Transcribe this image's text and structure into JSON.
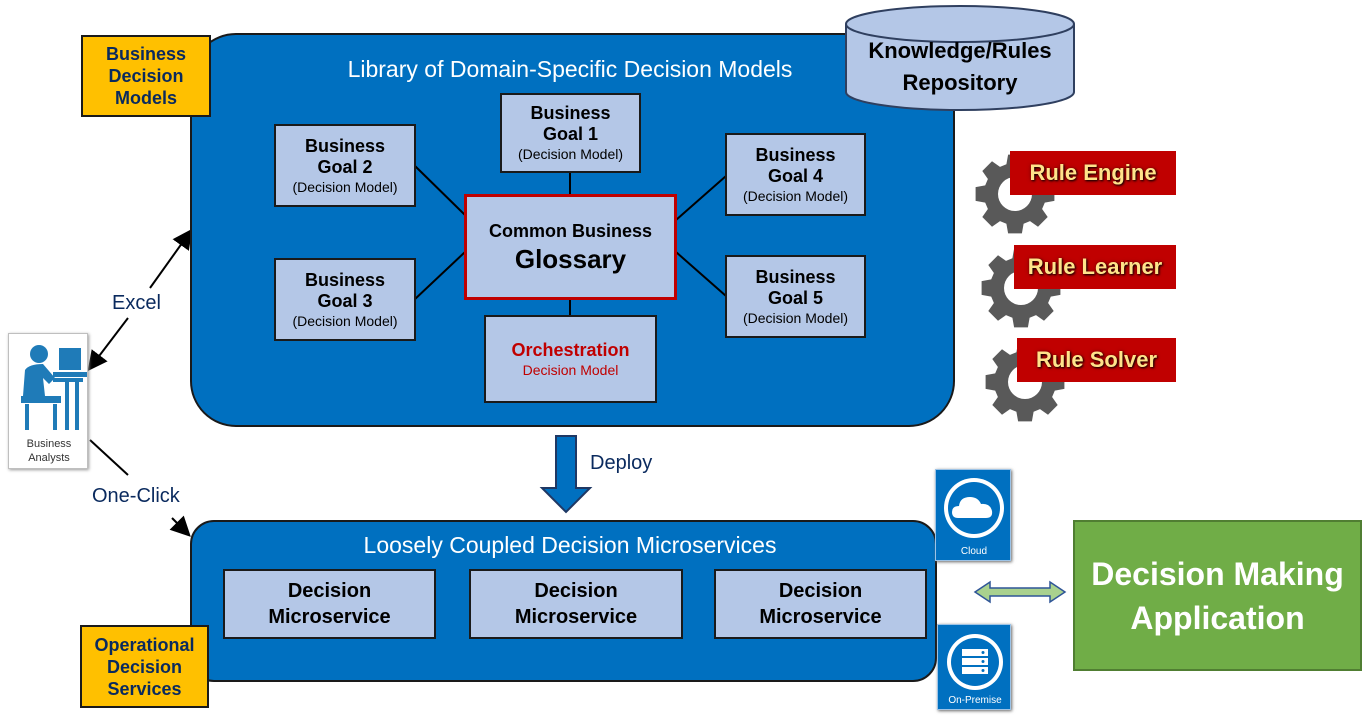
{
  "library": {
    "title": "Library of Domain-Specific Decision Models",
    "tag": [
      "Business",
      "Decision",
      "Models"
    ]
  },
  "repository": {
    "line1": "Knowledge/Rules",
    "line2": "Repository"
  },
  "glossary": {
    "line1": "Common Business",
    "line2": "Glossary"
  },
  "goals": [
    {
      "line1": "Business",
      "line2": "Goal 1",
      "sub": "(Decision Model)"
    },
    {
      "line1": "Business",
      "line2": "Goal 2",
      "sub": "(Decision Model)"
    },
    {
      "line1": "Business",
      "line2": "Goal 3",
      "sub": "(Decision Model)"
    },
    {
      "line1": "Business",
      "line2": "Goal 4",
      "sub": "(Decision Model)"
    },
    {
      "line1": "Business",
      "line2": "Goal 5",
      "sub": "(Decision Model)"
    }
  ],
  "orchestration": {
    "title": "Orchestration",
    "sub": "Decision Model"
  },
  "engines": [
    "Rule Engine",
    "Rule Learner",
    "Rule Solver"
  ],
  "arrows": {
    "excel": "Excel",
    "one_click": "One-Click",
    "deploy": "Deploy"
  },
  "analysts": {
    "line1": "Business",
    "line2": "Analysts"
  },
  "services": {
    "title": "Loosely Coupled Decision Microservices",
    "tag": [
      "Operational",
      "Decision",
      "Services"
    ],
    "items": [
      {
        "line1": "Decision",
        "line2": "Microservice"
      },
      {
        "line1": "Decision",
        "line2": "Microservice"
      },
      {
        "line1": "Decision",
        "line2": "Microservice"
      }
    ]
  },
  "deploy_targets": {
    "cloud": "Cloud",
    "on_premise": "On-Premise"
  },
  "application": {
    "line1": "Decision Making",
    "line2": "Application"
  },
  "colors": {
    "panel_blue": "#0070c0",
    "box_light_blue": "#b4c7e7",
    "tag_gold": "#ffc000",
    "engine_red": "#c00000",
    "app_green": "#70ad47",
    "gear_gray": "#595959"
  }
}
